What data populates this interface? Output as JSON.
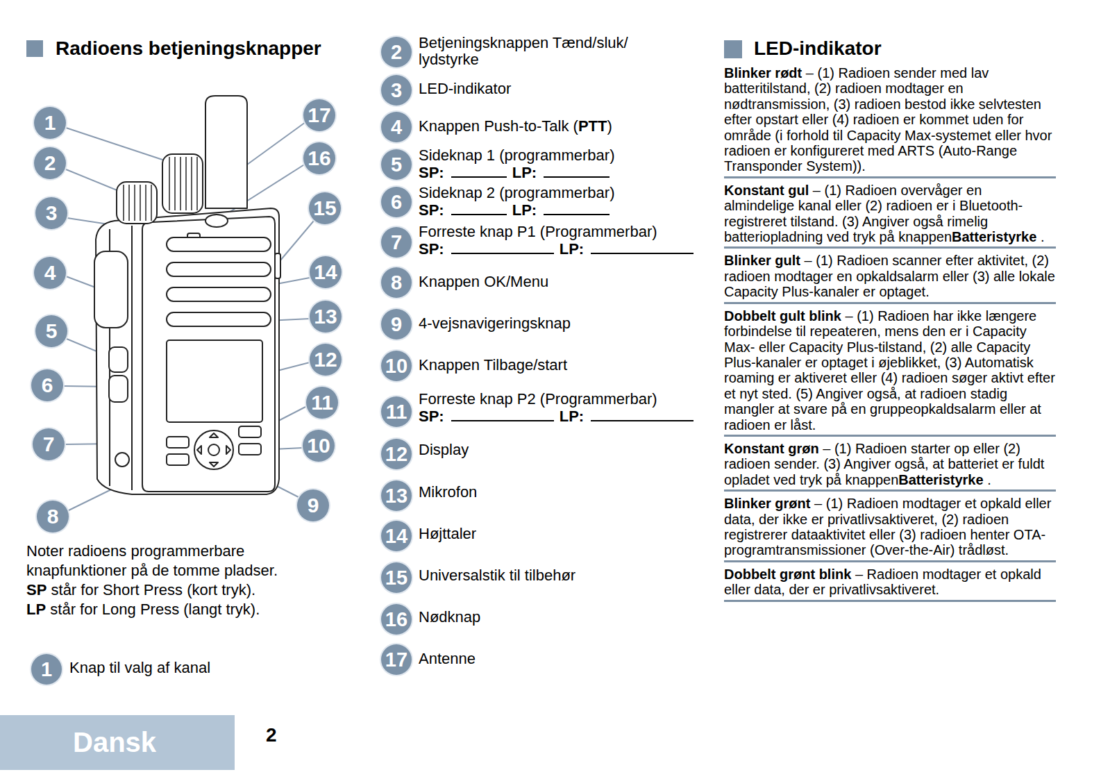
{
  "diagram": {
    "title": "Radioens betjeningsknapper",
    "nodes": [
      {
        "text": [
          "1"
        ]
      },
      {
        "text": [
          "2"
        ]
      },
      {
        "text": [
          "3"
        ]
      },
      {
        "text": [
          "4"
        ]
      },
      {
        "text": [
          "5"
        ]
      },
      {
        "text": [
          "6"
        ]
      },
      {
        "text": [
          "7"
        ]
      },
      {
        "text": [
          "8"
        ]
      },
      {
        "text": [
          "9"
        ]
      },
      {
        "text": [
          "10"
        ]
      },
      {
        "text": [
          "11"
        ]
      },
      {
        "text": [
          "12"
        ]
      },
      {
        "text": [
          "13"
        ]
      },
      {
        "text": [
          "14"
        ]
      },
      {
        "text": [
          "15"
        ]
      },
      {
        "text": [
          "16"
        ]
      },
      {
        "text": [
          "17"
        ]
      },
      {
        "text": [
          "1"
        ]
      },
      {
        "text": [
          "2"
        ]
      },
      {
        "text": [
          "3"
        ]
      },
      {
        "text": [
          "4"
        ]
      },
      {
        "text": [
          "5"
        ]
      },
      {
        "text": [
          "6"
        ]
      },
      {
        "text": [
          "7"
        ]
      },
      {
        "text": [
          "8"
        ]
      },
      {
        "text": [
          "9"
        ]
      },
      {
        "text": [
          "10"
        ]
      },
      {
        "text": [
          "11"
        ]
      },
      {
        "text": [
          "12"
        ]
      },
      {
        "text": [
          "13"
        ]
      },
      {
        "text": [
          "14"
        ]
      },
      {
        "text": [
          "15"
        ]
      },
      {
        "text": [
          "16"
        ]
      },
      {
        "text": [
          "17"
        ]
      },
      {
        "text": [
          "Dansk"
        ]
      }
    ],
    "labels": [
      "LED-indikator",
      "Knap til valg af kanal",
      "Betjeningsknappen Tænd/sluk/ lydstyrke",
      "LED-indikator",
      "Knappen Push-to-Talk (",
      "PTT",
      ")",
      "Sideknap 1 (programmerbar)",
      "SP:",
      "LP:",
      "Sideknap 2 (programmerbar)",
      "SP:",
      "LP:",
      "Forreste knap P1 (Programmerbar)",
      "SP:",
      "LP:",
      "Knappen OK/Menu",
      "4-vejsnavigeringsknap",
      "Knappen Tilbage/start",
      "Forreste knap P2 (Programmerbar)",
      "SP:",
      "LP:",
      "Display",
      "Mikrofon",
      "Højttaler",
      "Universalstik til tilbehør",
      "Nødknap",
      "Antenne",
      "Noter radioens programmerbare knapfunktioner på de tomme pladser.",
      "SP",
      "står for Short Press (kort tryk).",
      "LP",
      "står for Long Press (langt tryk).",
      "Blinker rødt",
      "– (1) Radioen sender med lav batteritilstand, (2) radioen modtager en nødtransmission, (3) radioen bestod ikke selvtesten efter opstart eller (4) radioen er kommet uden for område (i forhold til Capacity Max-systemet eller hvor radioen er konfigureret med ARTS (Auto-Range Transponder System)).",
      "Konstant gul",
      "– (1) Radioen overvåger en almindelige kanal eller (2) radioen er i Bluetooth-registreret tilstand. (3) Angiver også rimelig batteriopladning ved tryk på knappen",
      "Batteristyrke",
      ".",
      "Blinker gult",
      "– (1) Radioen scanner efter aktivitet, (2) radioen modtager en opkaldsalarm eller (3) alle lokale Capacity Plus-kanaler er optaget.",
      "Dobbelt gult blink",
      "– (1) Radioen har ikke længere forbindelse til repeateren, mens den er i Capacity Max- eller Capacity Plus-tilstand, (2) alle Capacity Plus-kanaler er optaget i øjeblikket, (3) Automatisk roaming er aktiveret eller (4) radioen søger aktivt efter et nyt sted. (5) Angiver også, at radioen stadig mangler at svare på en gruppeopkaldsalarm eller at radioen er låst.",
      "Konstant grøn",
      "– (1) Radioen starter op eller (2) radioen sender. (3) Angiver også, at batteriet er fuldt opladet ved tryk på knappen",
      "Batteristyrke",
      ".",
      "Blinker grønt",
      "– (1) Radioen modtager et opkald eller data, der ikke er privatlivsaktiveret, (2) radioen registrerer dataaktivitet eller (3) radioen henter OTA-programtransmissioner (Over-the-Air) trådløst.",
      "Dobbelt grønt blink",
      "– Radioen modtager et opkald eller data, der er privatlivsaktiveret.",
      "2"
    ]
  }
}
